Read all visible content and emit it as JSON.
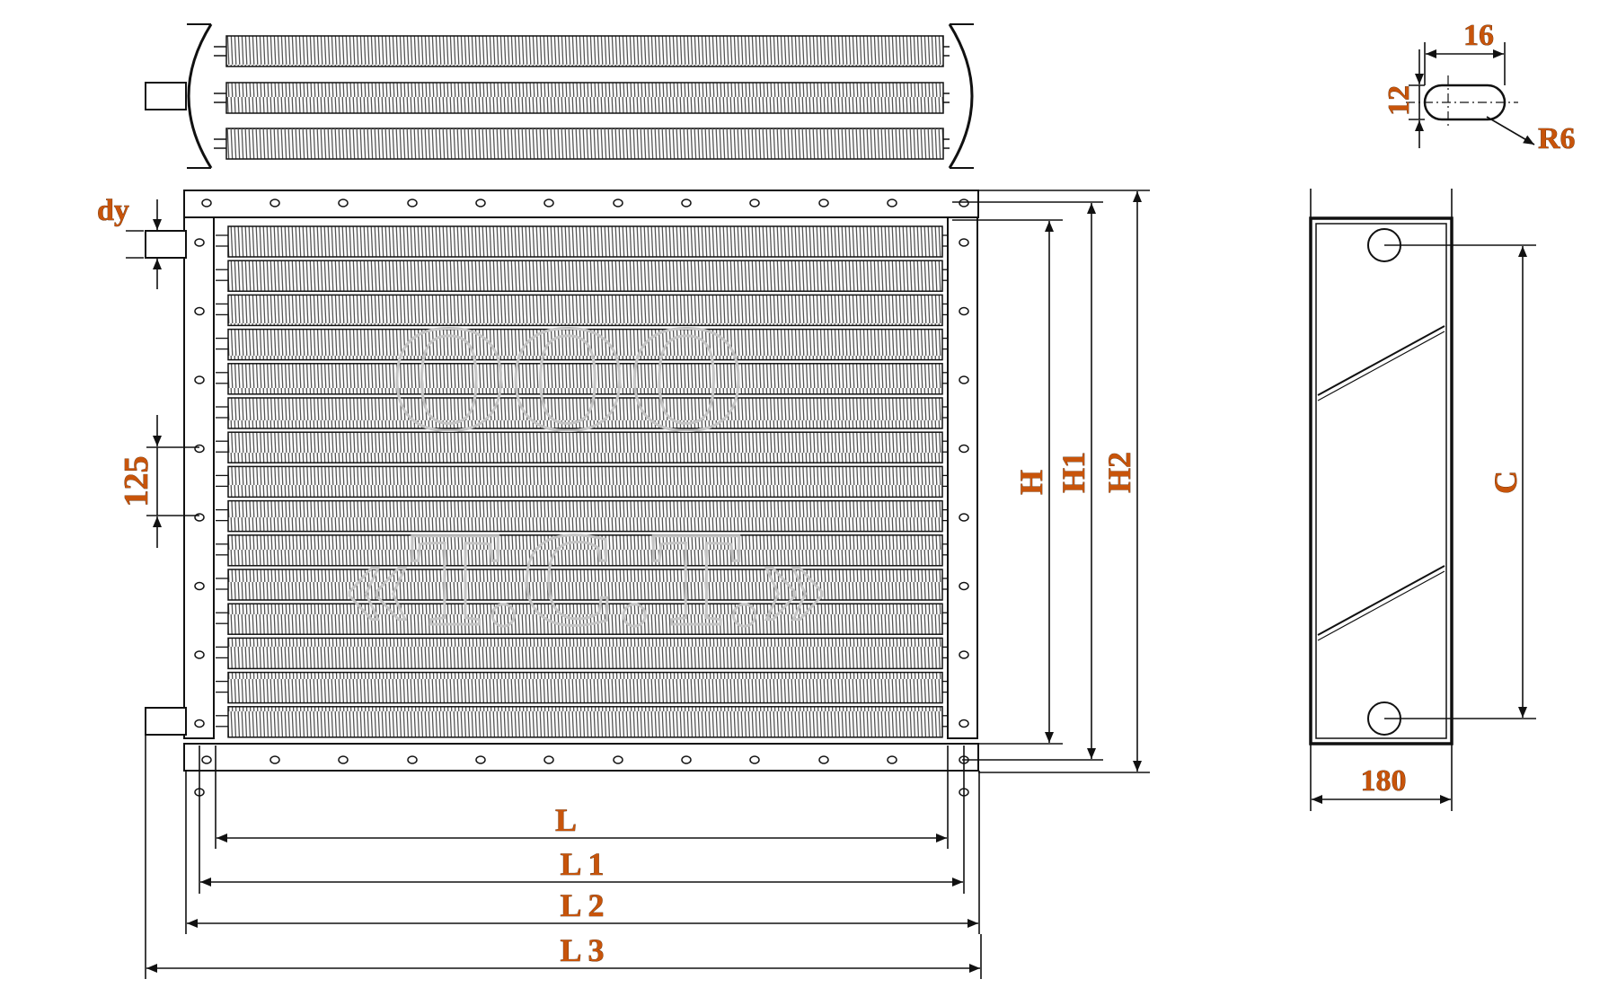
{
  "labels": {
    "dy": "dy",
    "pitch": "125",
    "H": "H",
    "H1": "H1",
    "H2": "H2",
    "L": "L",
    "L1": "L 1",
    "L2": "L 2",
    "L3": "L 3",
    "C": "C",
    "depth": "180",
    "slot_width": "16",
    "slot_height": "12",
    "radius": "R6"
  },
  "watermark": {
    "line1": "OOO",
    "line2": "«Т.С.Т.»"
  },
  "colors": {
    "line": "#111111",
    "label_fill": "#c8540a",
    "label_outline": "#3a1a00",
    "watermark": "#c4c4c4",
    "fin": "#555555"
  }
}
